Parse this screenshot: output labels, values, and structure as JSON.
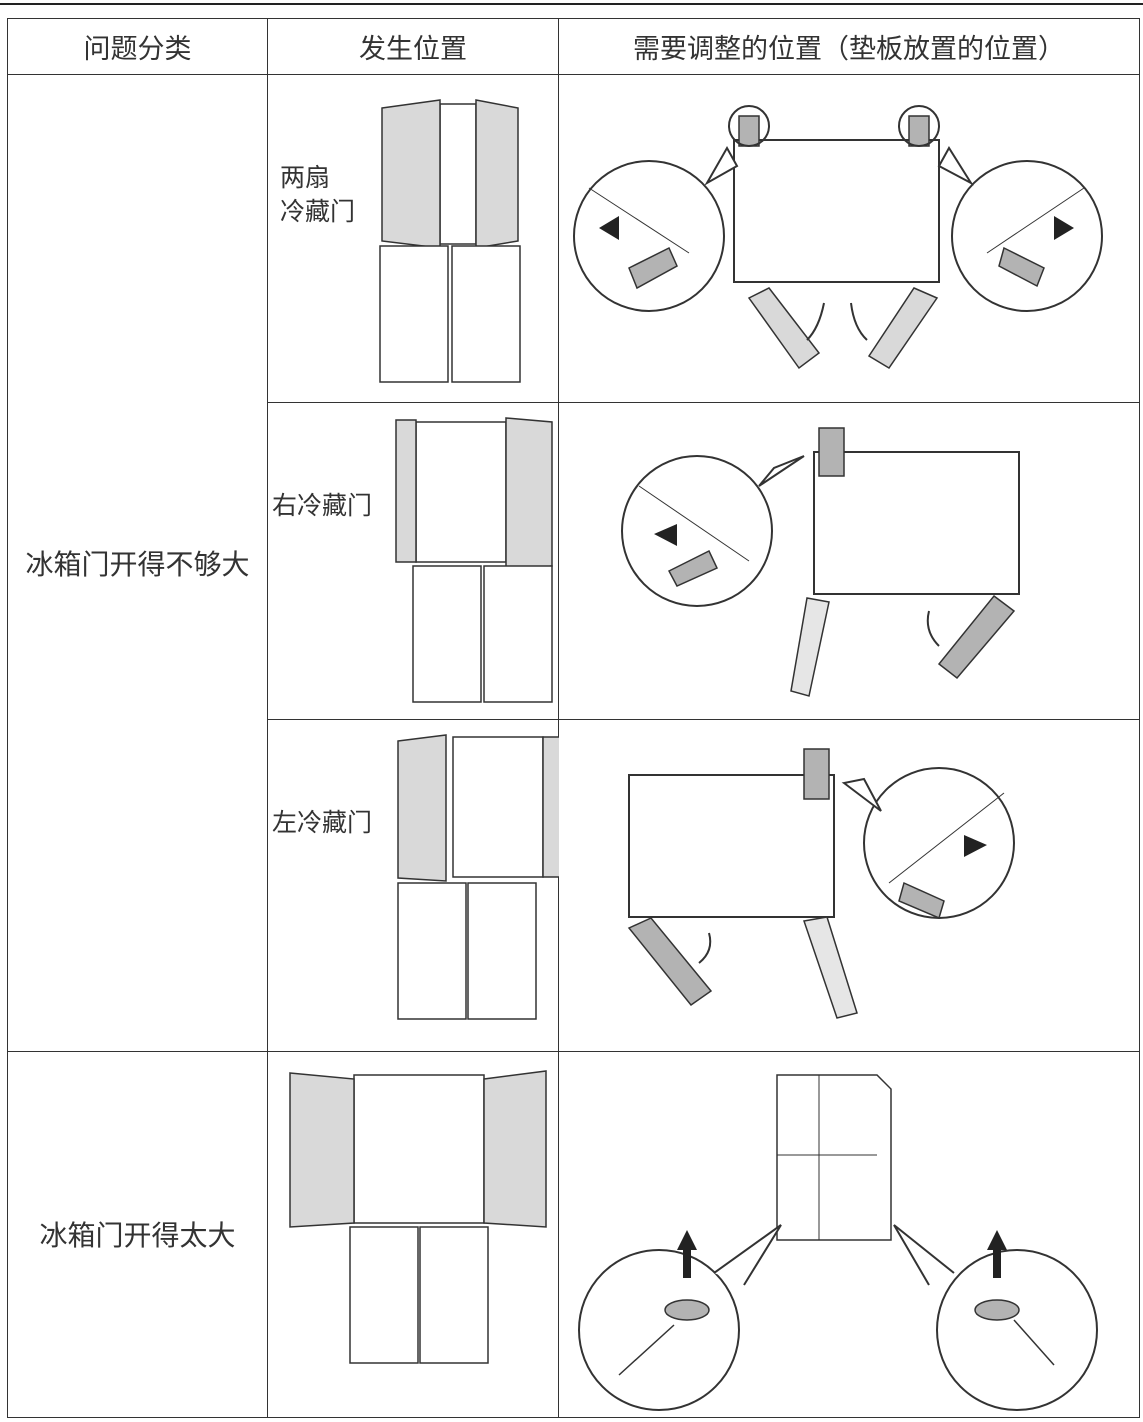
{
  "header": {
    "col1": "问题分类",
    "col2": "发生位置",
    "col3": "需要调整的位置（垫板放置的位置）"
  },
  "rows": [
    {
      "category": "冰箱门开得不够大",
      "cases": [
        {
          "location_label_line1": "两扇",
          "location_label_line2": "冷藏门"
        },
        {
          "location_label": "右冷藏门"
        },
        {
          "location_label": "左冷藏门"
        }
      ]
    },
    {
      "category": "冰箱门开得太大"
    }
  ],
  "colors": {
    "line": "#333333",
    "door_fill": "#d9d9d9",
    "shim_fill": "#b3b3b3"
  }
}
